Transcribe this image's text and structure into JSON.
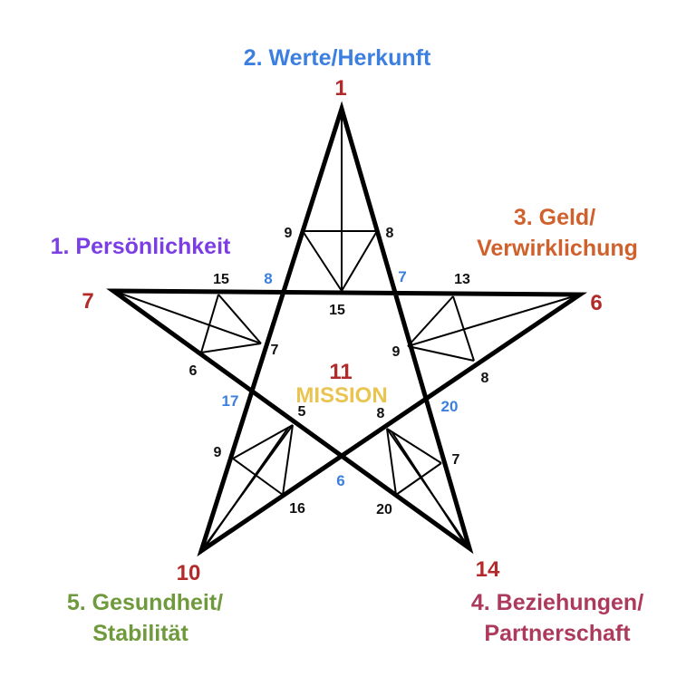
{
  "colors": {
    "vertex": "#b32a2a",
    "blue": "#3b7fe0",
    "purple": "#7a3de6",
    "orange": "#d0612c",
    "green": "#6f9a3c",
    "magenta": "#ad3a5c",
    "gold": "#e9c451"
  },
  "categories": {
    "werte": "2. Werte/Herkunft",
    "persoenlichkeit": "1. Persönlichkeit",
    "geld_1": "3. Geld/",
    "geld_2": "Verwirklichung",
    "gesundheit_1": "5. Gesundheit/",
    "gesundheit_2": "Stabilität",
    "beziehungen_1": "4. Beziehungen/",
    "beziehungen_2": "Partnerschaft"
  },
  "vertices": {
    "top": "1",
    "left": "7",
    "right": "6",
    "bottom_left": "10",
    "bottom_right": "14"
  },
  "center": {
    "number": "11",
    "label": "MISSION"
  },
  "inner_intersections": {
    "top_left": "8",
    "top_right": "7",
    "left": "17",
    "right": "20",
    "bottom": "6"
  },
  "arm_numbers": {
    "top": {
      "left": "9",
      "right": "8",
      "base": "15"
    },
    "left": {
      "top": "15",
      "bottom": "6",
      "inner": "7"
    },
    "right": {
      "top": "13",
      "bottom": "8",
      "inner": "9"
    },
    "bottom_left": {
      "outer": "9",
      "inner": "5",
      "base": "16"
    },
    "bottom_right": {
      "inner": "8",
      "outer": "7",
      "base": "20"
    }
  }
}
